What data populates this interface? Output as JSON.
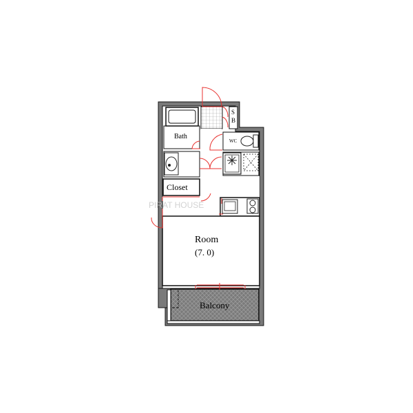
{
  "floorplan": {
    "rooms": {
      "bath": "Bath",
      "sb_line1": "S",
      "sb_line2": "B",
      "wc": "WC",
      "closet": "Closet",
      "room_name": "Room",
      "room_size": "(7. 0)",
      "balcony": "Balcony"
    },
    "watermark": "PIRAT HOUSE",
    "colors": {
      "wall": "#7a7a7a",
      "wall_outline": "#111111",
      "door": "#e8322f",
      "fixture": "#222222",
      "balcony_hatch": "#9a9a9a"
    }
  }
}
